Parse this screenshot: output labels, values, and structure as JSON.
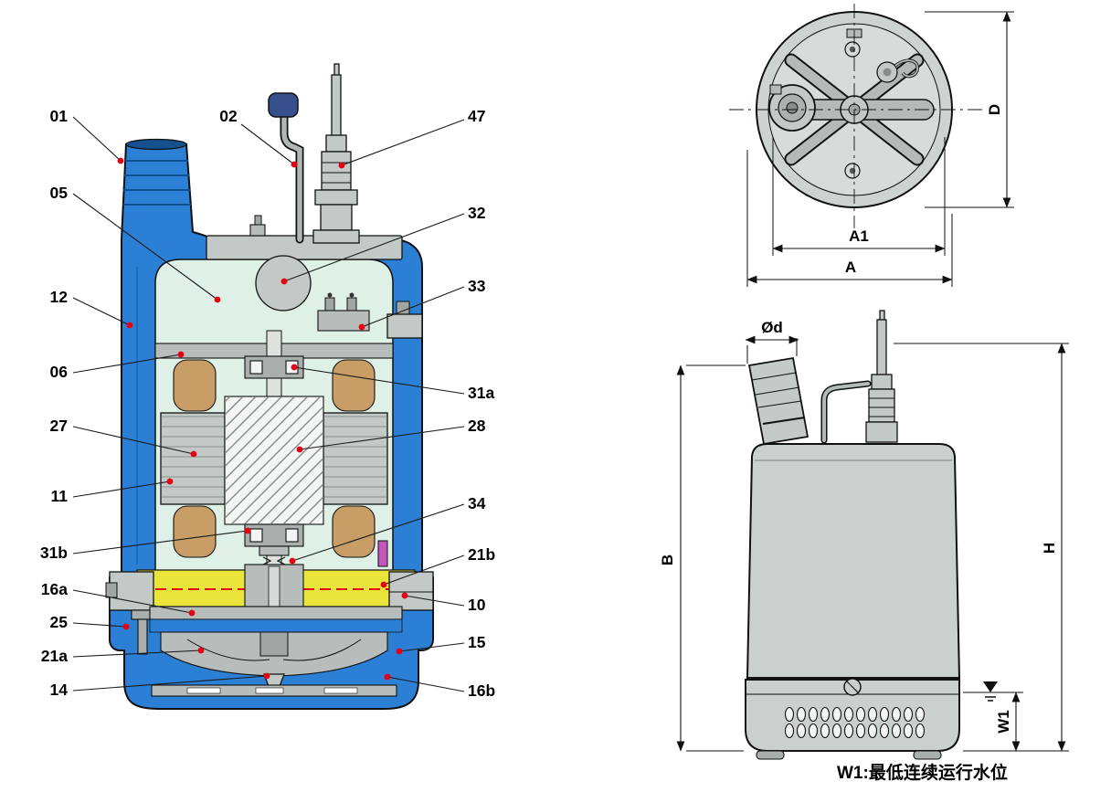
{
  "diagram": {
    "title": "submersible pump sectional drawing with part callouts and outline dimension drawings",
    "callouts": {
      "01": "01",
      "02": "02",
      "47": "47",
      "05": "05",
      "32": "32",
      "12": "12",
      "33": "33",
      "06": "06",
      "31a": "31a",
      "27": "27",
      "28": "28",
      "11": "11",
      "31b": "31b",
      "34": "34",
      "16a": "16a",
      "21b": "21b",
      "25": "25",
      "10": "10",
      "21a": "21a",
      "15": "15",
      "14": "14",
      "16b": "16b"
    },
    "top_view_dims": {
      "D": "D",
      "A1": "A1",
      "A": "A"
    },
    "side_view_dims": {
      "Od": "Ød",
      "B": "B",
      "H": "H",
      "W1": "W1"
    },
    "note": "W1:最低连续运行水位",
    "colors": {
      "casing_blue": "#2b80d5",
      "interior_mint": "#dff0e7",
      "metal_gray": "#c2c9c6",
      "winding_tan": "#c89e66",
      "oil_yellow": "#e9e53b",
      "marker_red": "#e60012",
      "seal_magenta": "#c457bb"
    }
  }
}
